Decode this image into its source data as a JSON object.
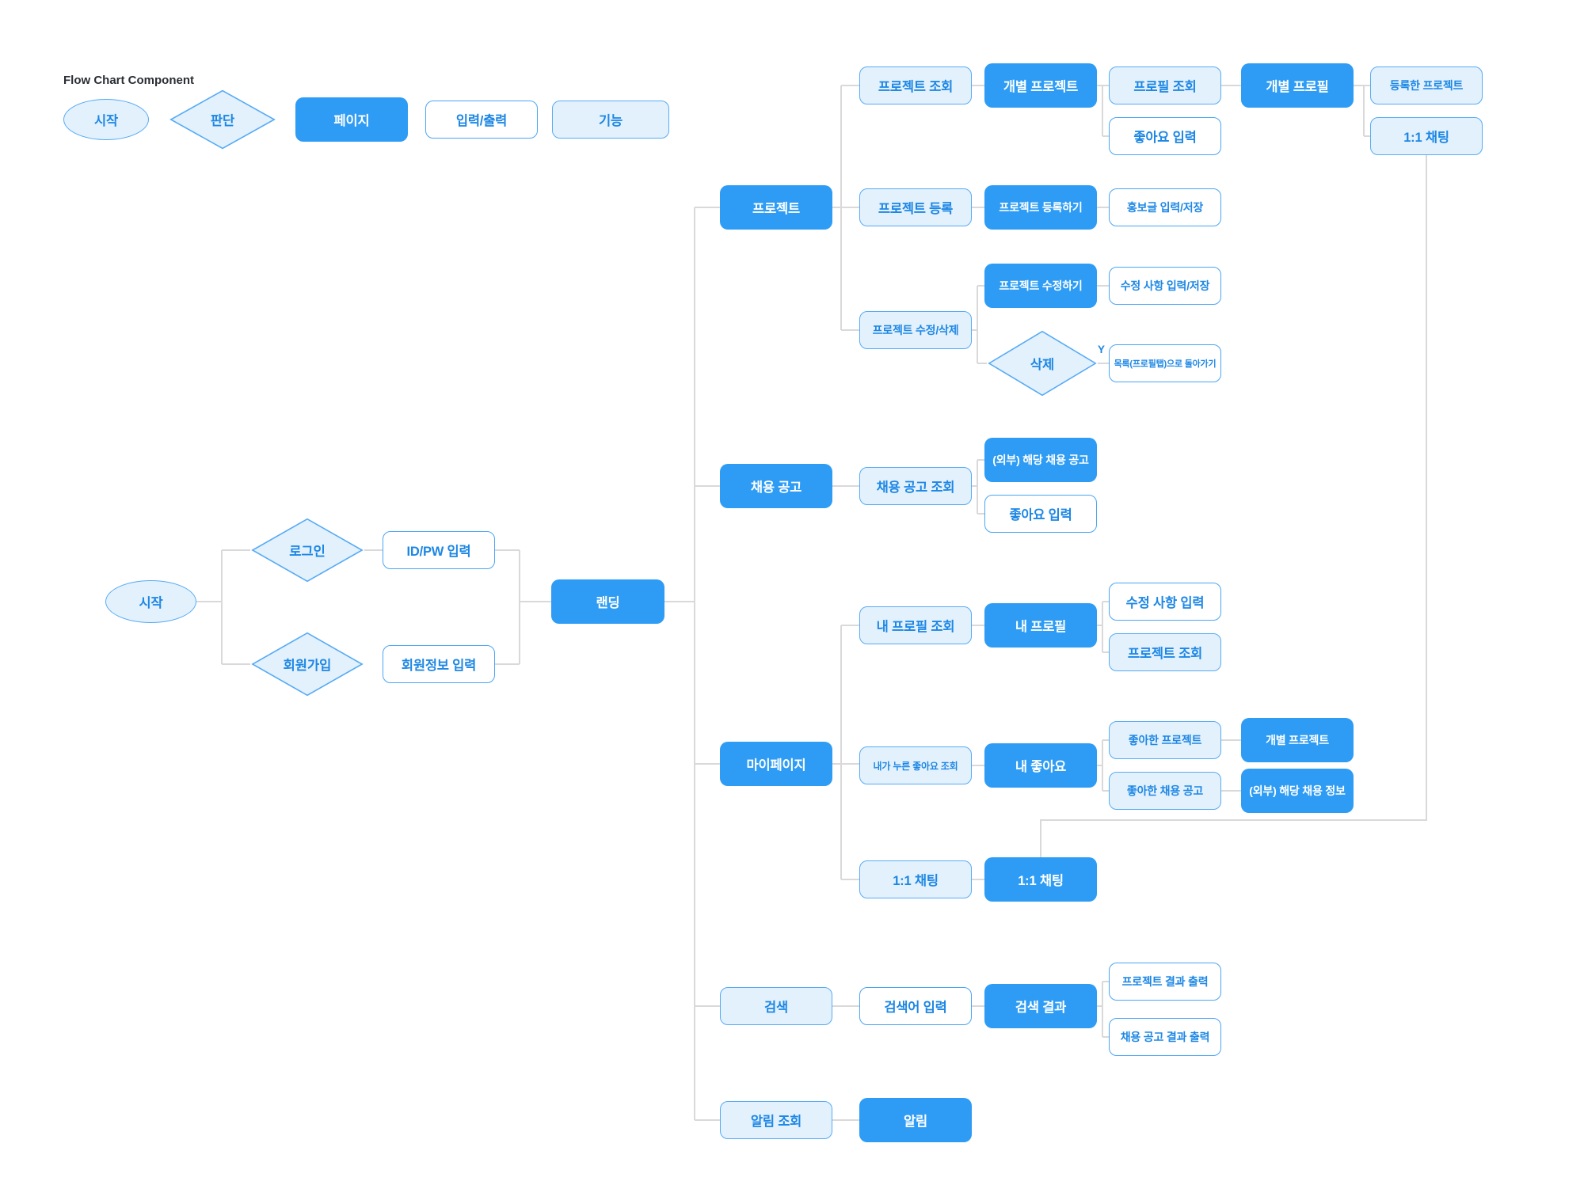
{
  "legend": {
    "title": "Flow Chart Component",
    "start": "시작",
    "decision": "판단",
    "page": "페이지",
    "io": "입력/출력",
    "func": "기능"
  },
  "flow": {
    "start": "시작",
    "login": "로그인",
    "idpw_input": "ID/PW 입력",
    "signup": "회원가입",
    "signup_info_input": "회원정보 입력",
    "landing": "랜딩",
    "project": "프로젝트",
    "project_view": "프로젝트 조회",
    "project_item": "개별 프로젝트",
    "profile_view": "프로필 조회",
    "profile_item": "개별 프로필",
    "registered_projects": "등록한 프로젝트",
    "chat_top": "1:1 채팅",
    "like_input": "좋아요 입력",
    "project_register": "프로젝트 등록",
    "project_register_do": "프로젝트 등록하기",
    "promo_input_save": "홍보글 입력/저장",
    "project_edit_do": "프로젝트 수정하기",
    "edit_input_save": "수정 사항 입력/저장",
    "project_edit_delete": "프로젝트 수정/삭제",
    "delete_decision": "삭제",
    "yes": "Y",
    "back_to_list": "목록(프로필탭)으로 돌아가기",
    "job": "채용 공고",
    "job_view": "채용 공고 조회",
    "job_external": "(외부) 해당 채용 공고",
    "job_like_input": "좋아요 입력",
    "mypage": "마이페이지",
    "my_profile_view": "내 프로필 조회",
    "my_profile": "내 프로필",
    "edit_input": "수정 사항 입력",
    "my_project_view": "프로젝트 조회",
    "my_likes_view": "내가 누른 좋아요 조회",
    "my_likes": "내 좋아요",
    "liked_projects": "좋아한 프로젝트",
    "liked_project_item": "개별 프로젝트",
    "liked_jobs": "좋아한 채용 공고",
    "liked_job_external": "(외부) 해당 채용 정보",
    "chat_menu": "1:1 채팅",
    "chat_page": "1:1 채팅",
    "search": "검색",
    "search_input": "검색어 입력",
    "search_result": "검색 결과",
    "search_project_out": "프로젝트 결과 출력",
    "search_job_out": "채용 공고 결과 출력",
    "alarm_view": "알림 조회",
    "alarm": "알림"
  },
  "colors": {
    "page_fill": "#2E9CF4",
    "function_fill": "#E3F1FD",
    "shape_stroke": "#57ABF5",
    "text_blue": "#1D87E4",
    "connector": "#D9D9D9"
  }
}
